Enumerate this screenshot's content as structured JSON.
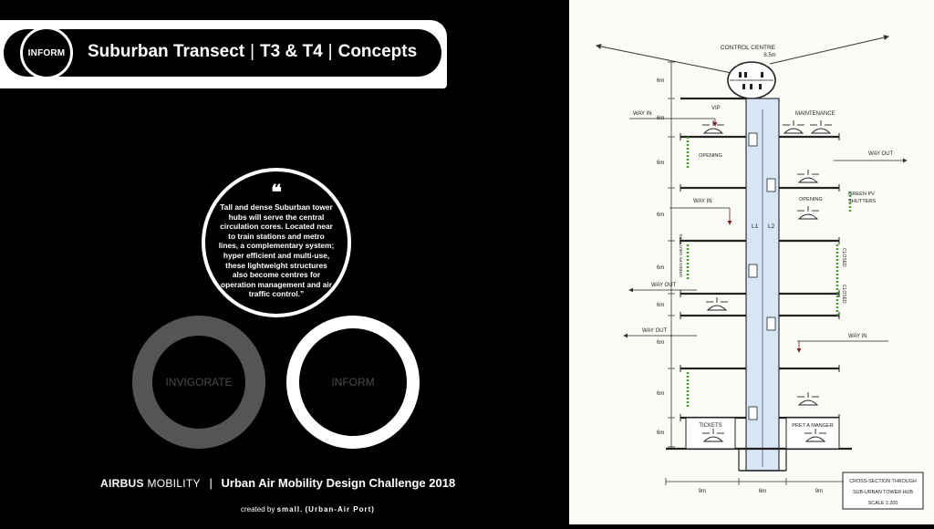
{
  "header": {
    "badge": "INFORM",
    "title_part1": "Suburban Transect",
    "sep": "|",
    "title_part2": "T3 & T4",
    "title_part3": "Concepts"
  },
  "quote": {
    "mark": "❝",
    "text": "Tall and dense Suburban tower hubs will serve the central circulation cores. Located near to train stations and metro lines, a complementary system; hyper efficient and multi-use, these lightweight structures also become centres for operation management and air traffic control.”"
  },
  "rings": {
    "invigorate": "INVIGORATE",
    "inform": "INFORM"
  },
  "footer": {
    "brand_a": "AIRBUS",
    "brand_b": "MOBILITY",
    "sep": "|",
    "challenge": "Urban Air Mobility Design Challenge 2018",
    "credit_prefix": "created by",
    "credit_name": "small.",
    "credit_suffix": "(Urban-Air Port)"
  },
  "diagram": {
    "control_centre": "CONTROL CENTRE",
    "control_dim": "8.5m",
    "maintenance": "MAINTENANCE",
    "vip": "VIP",
    "way_in": "WAY IN",
    "way_out": "WAY OUT",
    "opening": "OPENING",
    "green_pv_1": "GREEN PV",
    "green_pv_2": "SHUTTERS",
    "green_pv_vertical": "GREEN PV SHUTTERS",
    "closed": "CLOSED",
    "l1": "L1",
    "l2": "L2",
    "tickets": "TICKETS",
    "pret": "PRET A MANGER",
    "floor_dim": "6m",
    "bottom_9m": "9m",
    "bottom_6m": "6m",
    "caption_1": "CROSS-SECTION THROUGH",
    "caption_2": "SUB-URBAN TOWER HUB",
    "caption_3": "SCALE  1:200"
  },
  "colors": {
    "core_blue": "#d6e6f5",
    "green": "#4f9a3c",
    "arrow": "#7a1f1f"
  }
}
